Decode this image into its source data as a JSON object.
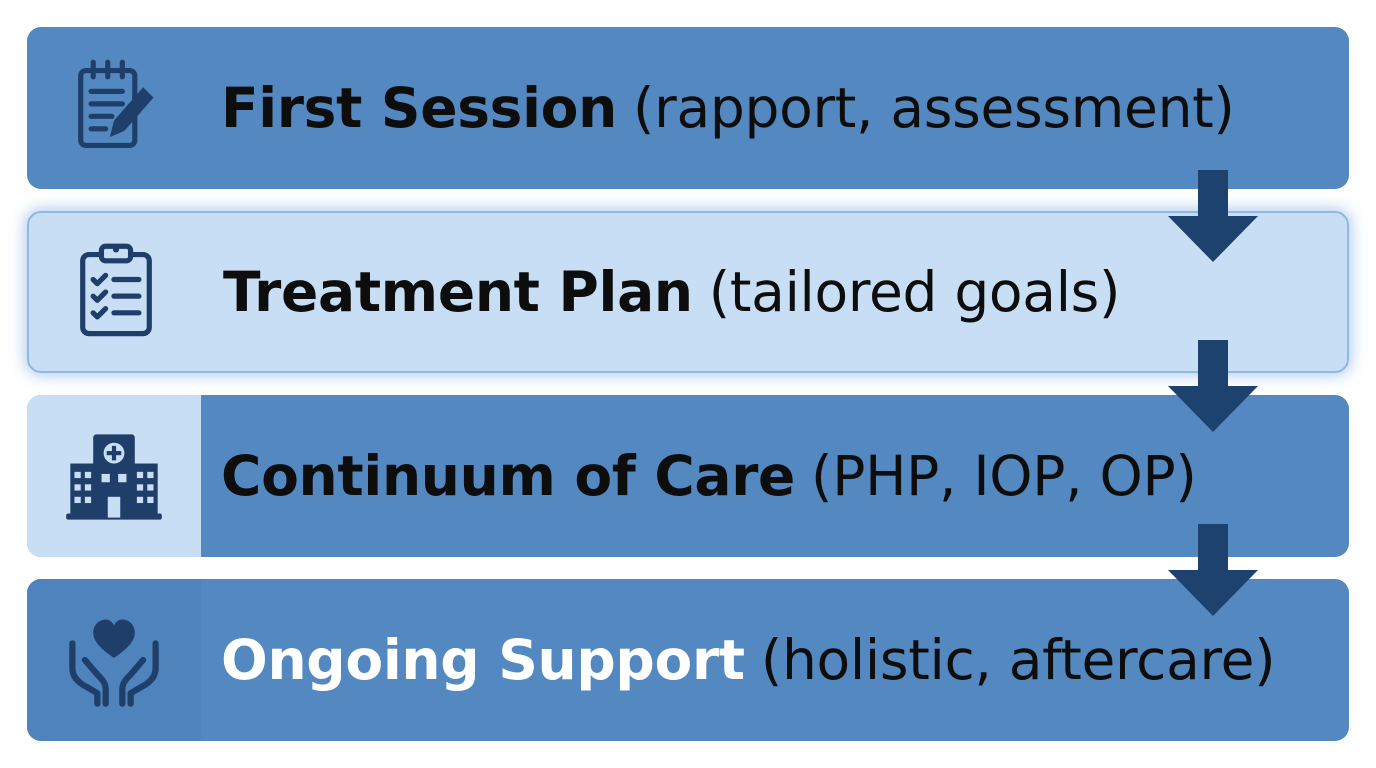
{
  "colors": {
    "box_blue": "#5389c0",
    "box_light": "#c8def4",
    "icon_navy": "#1f3f6a",
    "arrow_navy": "#1d426e",
    "text_dark": "#0d0d0d",
    "text_white": "#ffffff"
  },
  "steps": [
    {
      "title": "First Session",
      "detail": "(rapport, assessment)",
      "icon": "notepad-pencil-icon"
    },
    {
      "title": "Treatment Plan",
      "detail": "(tailored goals)",
      "icon": "clipboard-checklist-icon"
    },
    {
      "title": "Continuum of Care",
      "detail": "(PHP, IOP, OP)",
      "icon": "hospital-icon"
    },
    {
      "title": "Ongoing Support",
      "detail": "(holistic, aftercare)",
      "icon": "hands-heart-icon"
    }
  ],
  "arrows": [
    {
      "icon": "arrow-down-icon"
    },
    {
      "icon": "arrow-down-icon"
    },
    {
      "icon": "arrow-down-icon"
    }
  ]
}
